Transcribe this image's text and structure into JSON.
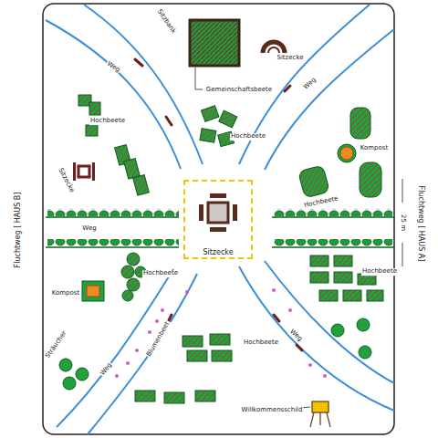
{
  "diagram": {
    "nodes": [
      {
        "text": [
          "Sitzecke"
        ]
      }
    ],
    "labels": [
      "Sitzbank",
      "Gemeinschaftsbeete",
      "Sitzecke",
      "Weg",
      "Weg",
      "Hochbeete",
      "Hochbeete",
      "Sitzecke",
      "Kompost",
      "Hochbeete",
      "Weg",
      "Kompost",
      "Hochbeete",
      "Hochbeete",
      "Sträucher",
      "Blumenbeet",
      "Weg",
      "Hochbeete",
      "Weg",
      "Willkommensschild",
      "Fluchtweg [ HAUS A]",
      "25 m",
      "Fluchtweg [ HAUS B]"
    ]
  }
}
